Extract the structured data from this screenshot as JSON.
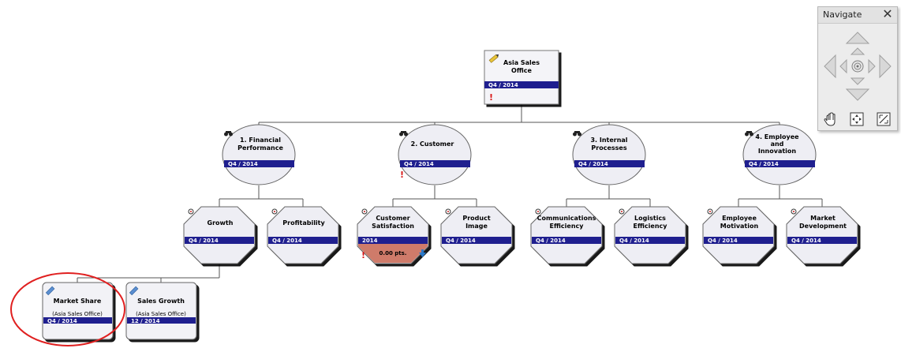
{
  "nodes": {
    "root": {
      "label_line1": "Asia Sales",
      "label_line2": "Office",
      "period": "Q4 / 2014"
    },
    "financial": {
      "label_line1": "1. Financial",
      "label_line2": "Performance",
      "period": "Q4 / 2014"
    },
    "customer": {
      "label_line1": "2. Customer",
      "period": "Q4 / 2014"
    },
    "internal": {
      "label_line1": "3. Internal",
      "label_line2": "Processes",
      "period": "Q4 / 2014"
    },
    "employee": {
      "label_line1": "4. Employee",
      "label_line2": "and",
      "label_line3": "Innovation",
      "period": "Q4 / 2014"
    },
    "growth": {
      "label": "Growth",
      "period": "Q4 / 2014"
    },
    "profitability": {
      "label": "Profitability",
      "period": "Q4 / 2014"
    },
    "customer_satisfaction": {
      "label_line1": "Customer",
      "label_line2": "Satisfaction",
      "period": "2014",
      "score": "0.00 pts.",
      "status_color": "#cf7b6a"
    },
    "product_image": {
      "label_line1": "Product",
      "label_line2": "Image",
      "period": "Q4 / 2014"
    },
    "communications_efficiency": {
      "label_line1": "Communications",
      "label_line2": "Efficiency",
      "period": "Q4 / 2014"
    },
    "logistics_efficiency": {
      "label_line1": "Logistics",
      "label_line2": "Efficiency",
      "period": "Q4 / 2014"
    },
    "employee_motivation": {
      "label_line1": "Employee",
      "label_line2": "Motivation",
      "period": "Q4 / 2014"
    },
    "market_development": {
      "label_line1": "Market",
      "label_line2": "Development",
      "period": "Q4 / 2014"
    },
    "market_share": {
      "label": "Market Share",
      "scope": "(Asia Sales Office)",
      "period": "Q4 / 2014"
    },
    "sales_growth": {
      "label": "Sales Growth",
      "scope": "(Asia Sales Office)",
      "period": "12 / 2014"
    }
  },
  "navigate": {
    "title": "Navigate",
    "close_glyph": "✕"
  },
  "icons": {
    "binoculars": "binoculars-icon",
    "target": "target-icon",
    "pencil": "pencil-icon",
    "link": "link-icon",
    "alert": "exclamation-icon",
    "arrow_down": "arrow-down-icon"
  },
  "colors": {
    "period_bar": "#1f1f8f",
    "node_fill": "#eeeef4",
    "connector": "#555555",
    "highlight_ellipse": "#e02020",
    "alert": "#d81818",
    "status_red": "#cf7b6a"
  }
}
